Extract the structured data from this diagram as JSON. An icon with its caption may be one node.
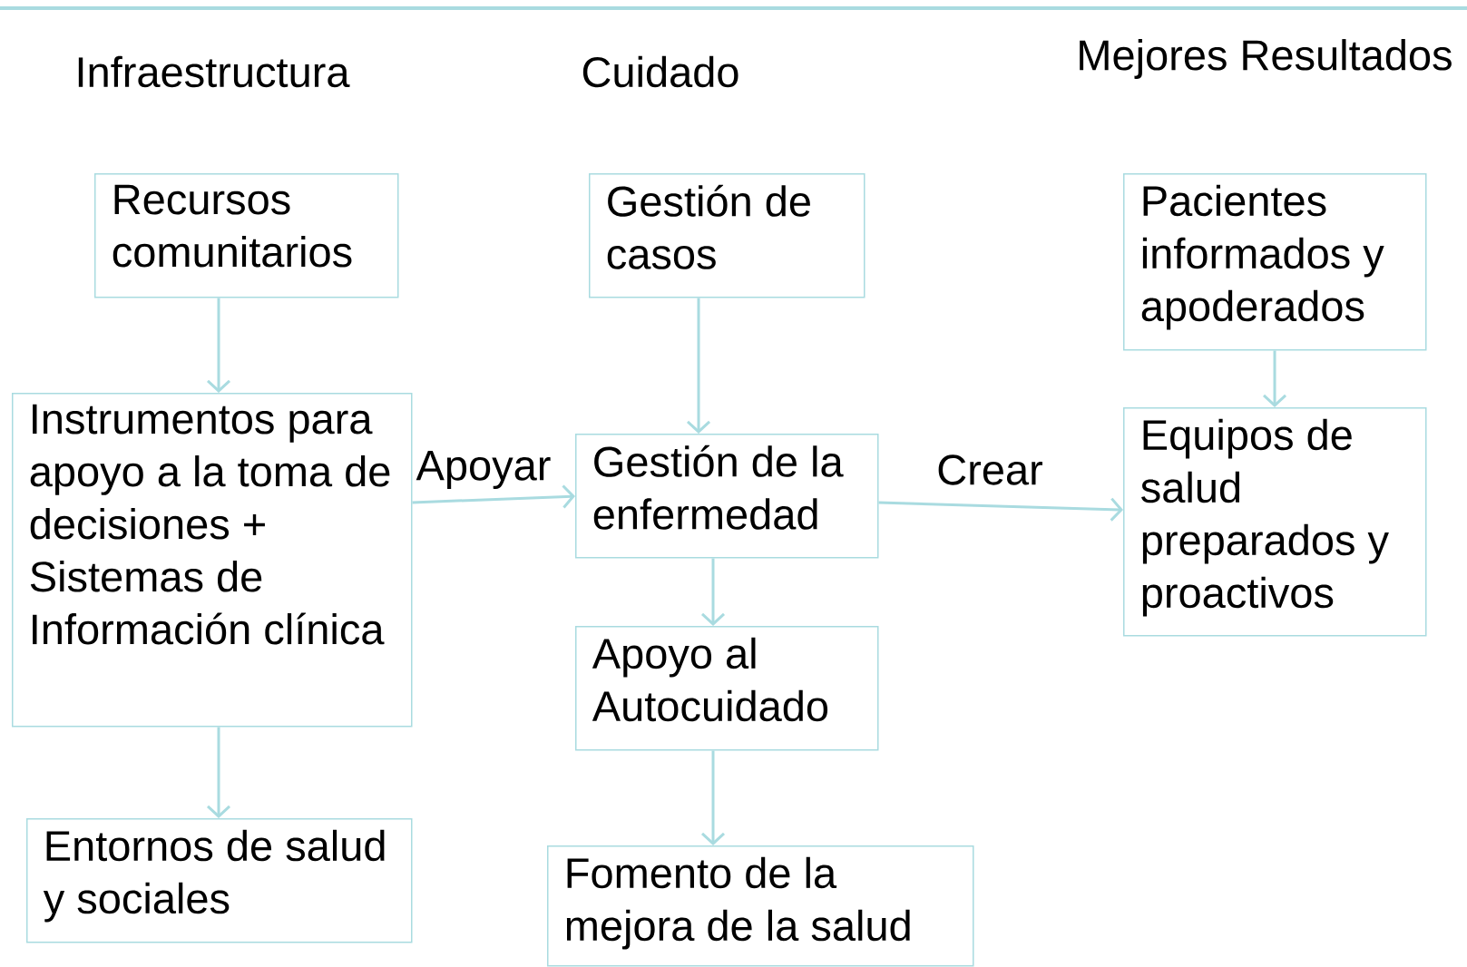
{
  "diagram": {
    "nodes": [
      {
        "text": [
          "Recursos comunitarios"
        ]
      },
      {
        "text": [
          "Instrumentos para apoyo a la toma de decisiones + Sistemas de Información clínica"
        ]
      },
      {
        "text": [
          "Entornos de salud y sociales"
        ]
      },
      {
        "text": [
          "Gestión de casos"
        ]
      },
      {
        "text": [
          "Gestión de la enfermedad"
        ]
      },
      {
        "text": [
          "Apoyo al Autocuidado"
        ]
      },
      {
        "text": [
          "Fomento de la mejora de la salud"
        ]
      },
      {
        "text": [
          "Pacientes informados y apoderados"
        ]
      },
      {
        "text": [
          "Equipos de salud preparados y proactivos"
        ]
      }
    ],
    "edges": [
      {
        "from": 0,
        "to": 1,
        "arrow": "to"
      },
      {
        "from": 1,
        "to": 2,
        "arrow": "to"
      },
      {
        "from": 3,
        "to": 4,
        "arrow": "to"
      },
      {
        "from": 4,
        "to": 5,
        "arrow": "to"
      },
      {
        "from": 5,
        "to": 6,
        "arrow": "to"
      },
      {
        "from": 7,
        "to": 8,
        "arrow": "to"
      },
      {
        "from": 1,
        "to": 4,
        "arrow": "to",
        "label": "Apoyar"
      },
      {
        "from": 4,
        "to": 8,
        "arrow": "to",
        "label": "Crear"
      }
    ],
    "labels": [
      "Mejores Resultados",
      "Infraestructura",
      "Cuidado"
    ]
  }
}
